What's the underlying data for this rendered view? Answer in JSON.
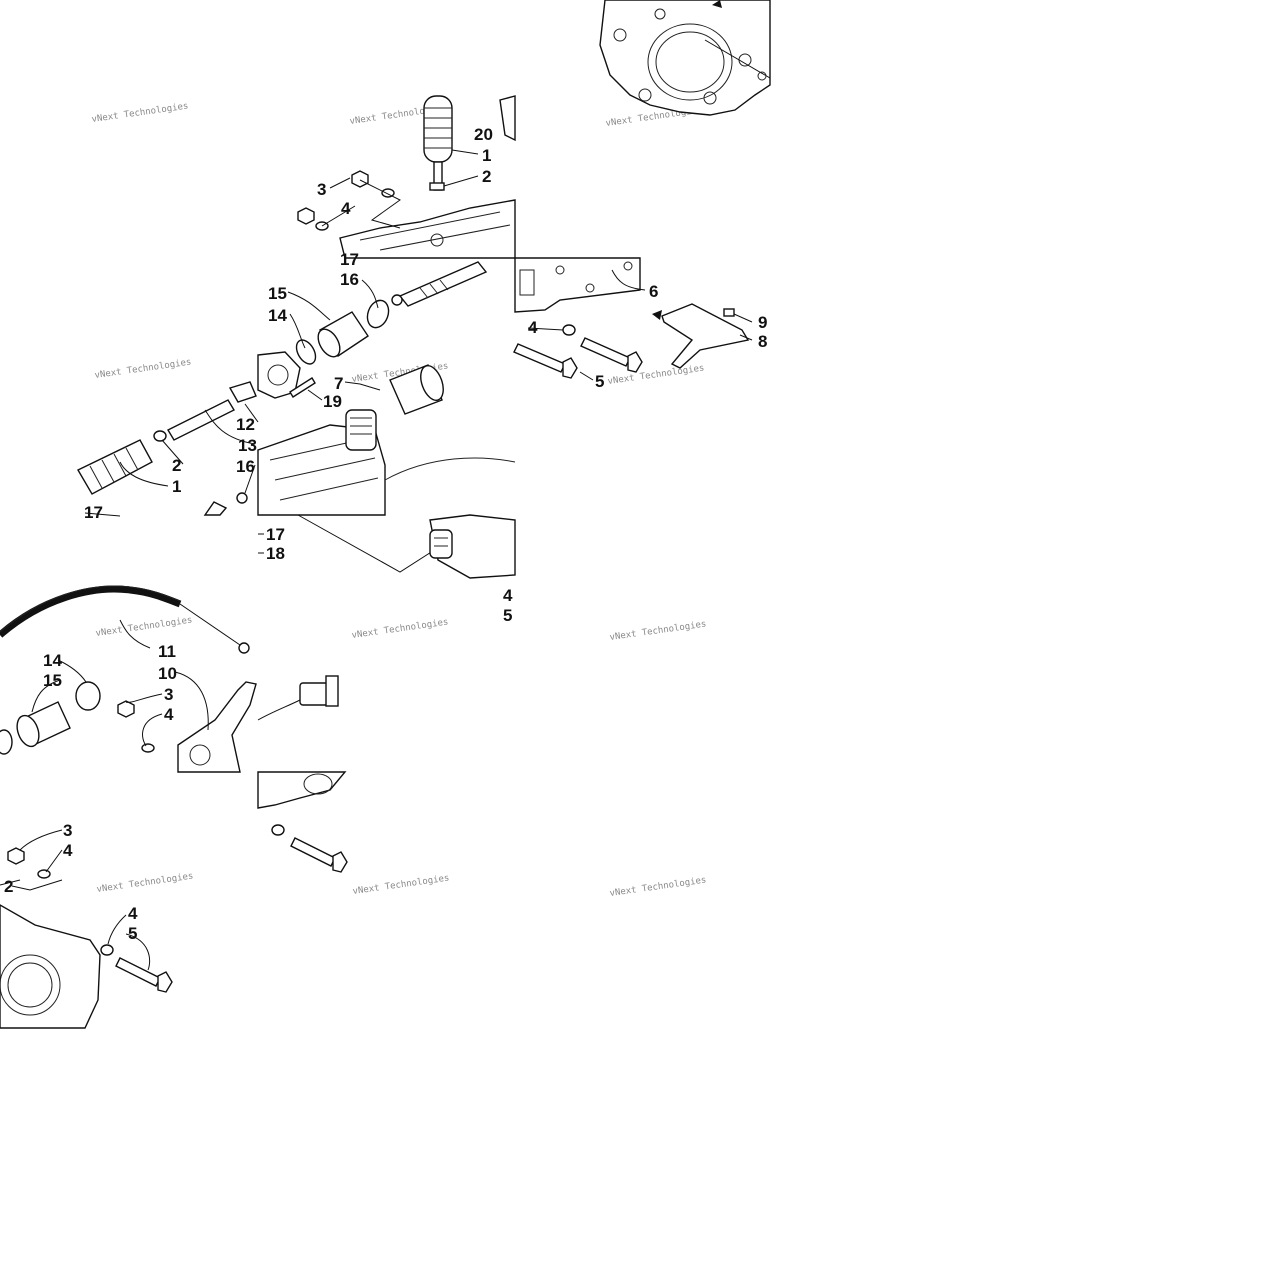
{
  "diagram": {
    "watermark_text": "vNext Technologies",
    "colors": {
      "background": "#ffffff",
      "ink": "#111111",
      "watermark": "#8a8a8a"
    },
    "callouts": {
      "t1_20": "20",
      "t1_1": "1",
      "t1_2": "2",
      "t1_3": "3",
      "t1_4": "4",
      "t1_17": "17",
      "t1_16": "16",
      "t1_15": "15",
      "t1_14": "14",
      "t1_12": "12",
      "t1_13": "13",
      "t1_2b": "2",
      "t1_1b": "1",
      "t1_16b": "16",
      "t1_7": "7",
      "t1_19": "19",
      "t1_17b": "17",
      "t2_6": "6",
      "t2_9": "9",
      "t2_8": "8",
      "t2_4": "4",
      "t2_5": "5",
      "t3_17": "17",
      "t3_18": "18",
      "t3_4": "4",
      "t3_5": "5",
      "t4_14": "14",
      "t4_15": "15",
      "t4_11": "11",
      "t4_10": "10",
      "t4_3": "3",
      "t4_4": "4",
      "t5_3": "3",
      "t5_4": "4",
      "t5_2": "2",
      "t5_4b": "4",
      "t5_5": "5"
    }
  }
}
